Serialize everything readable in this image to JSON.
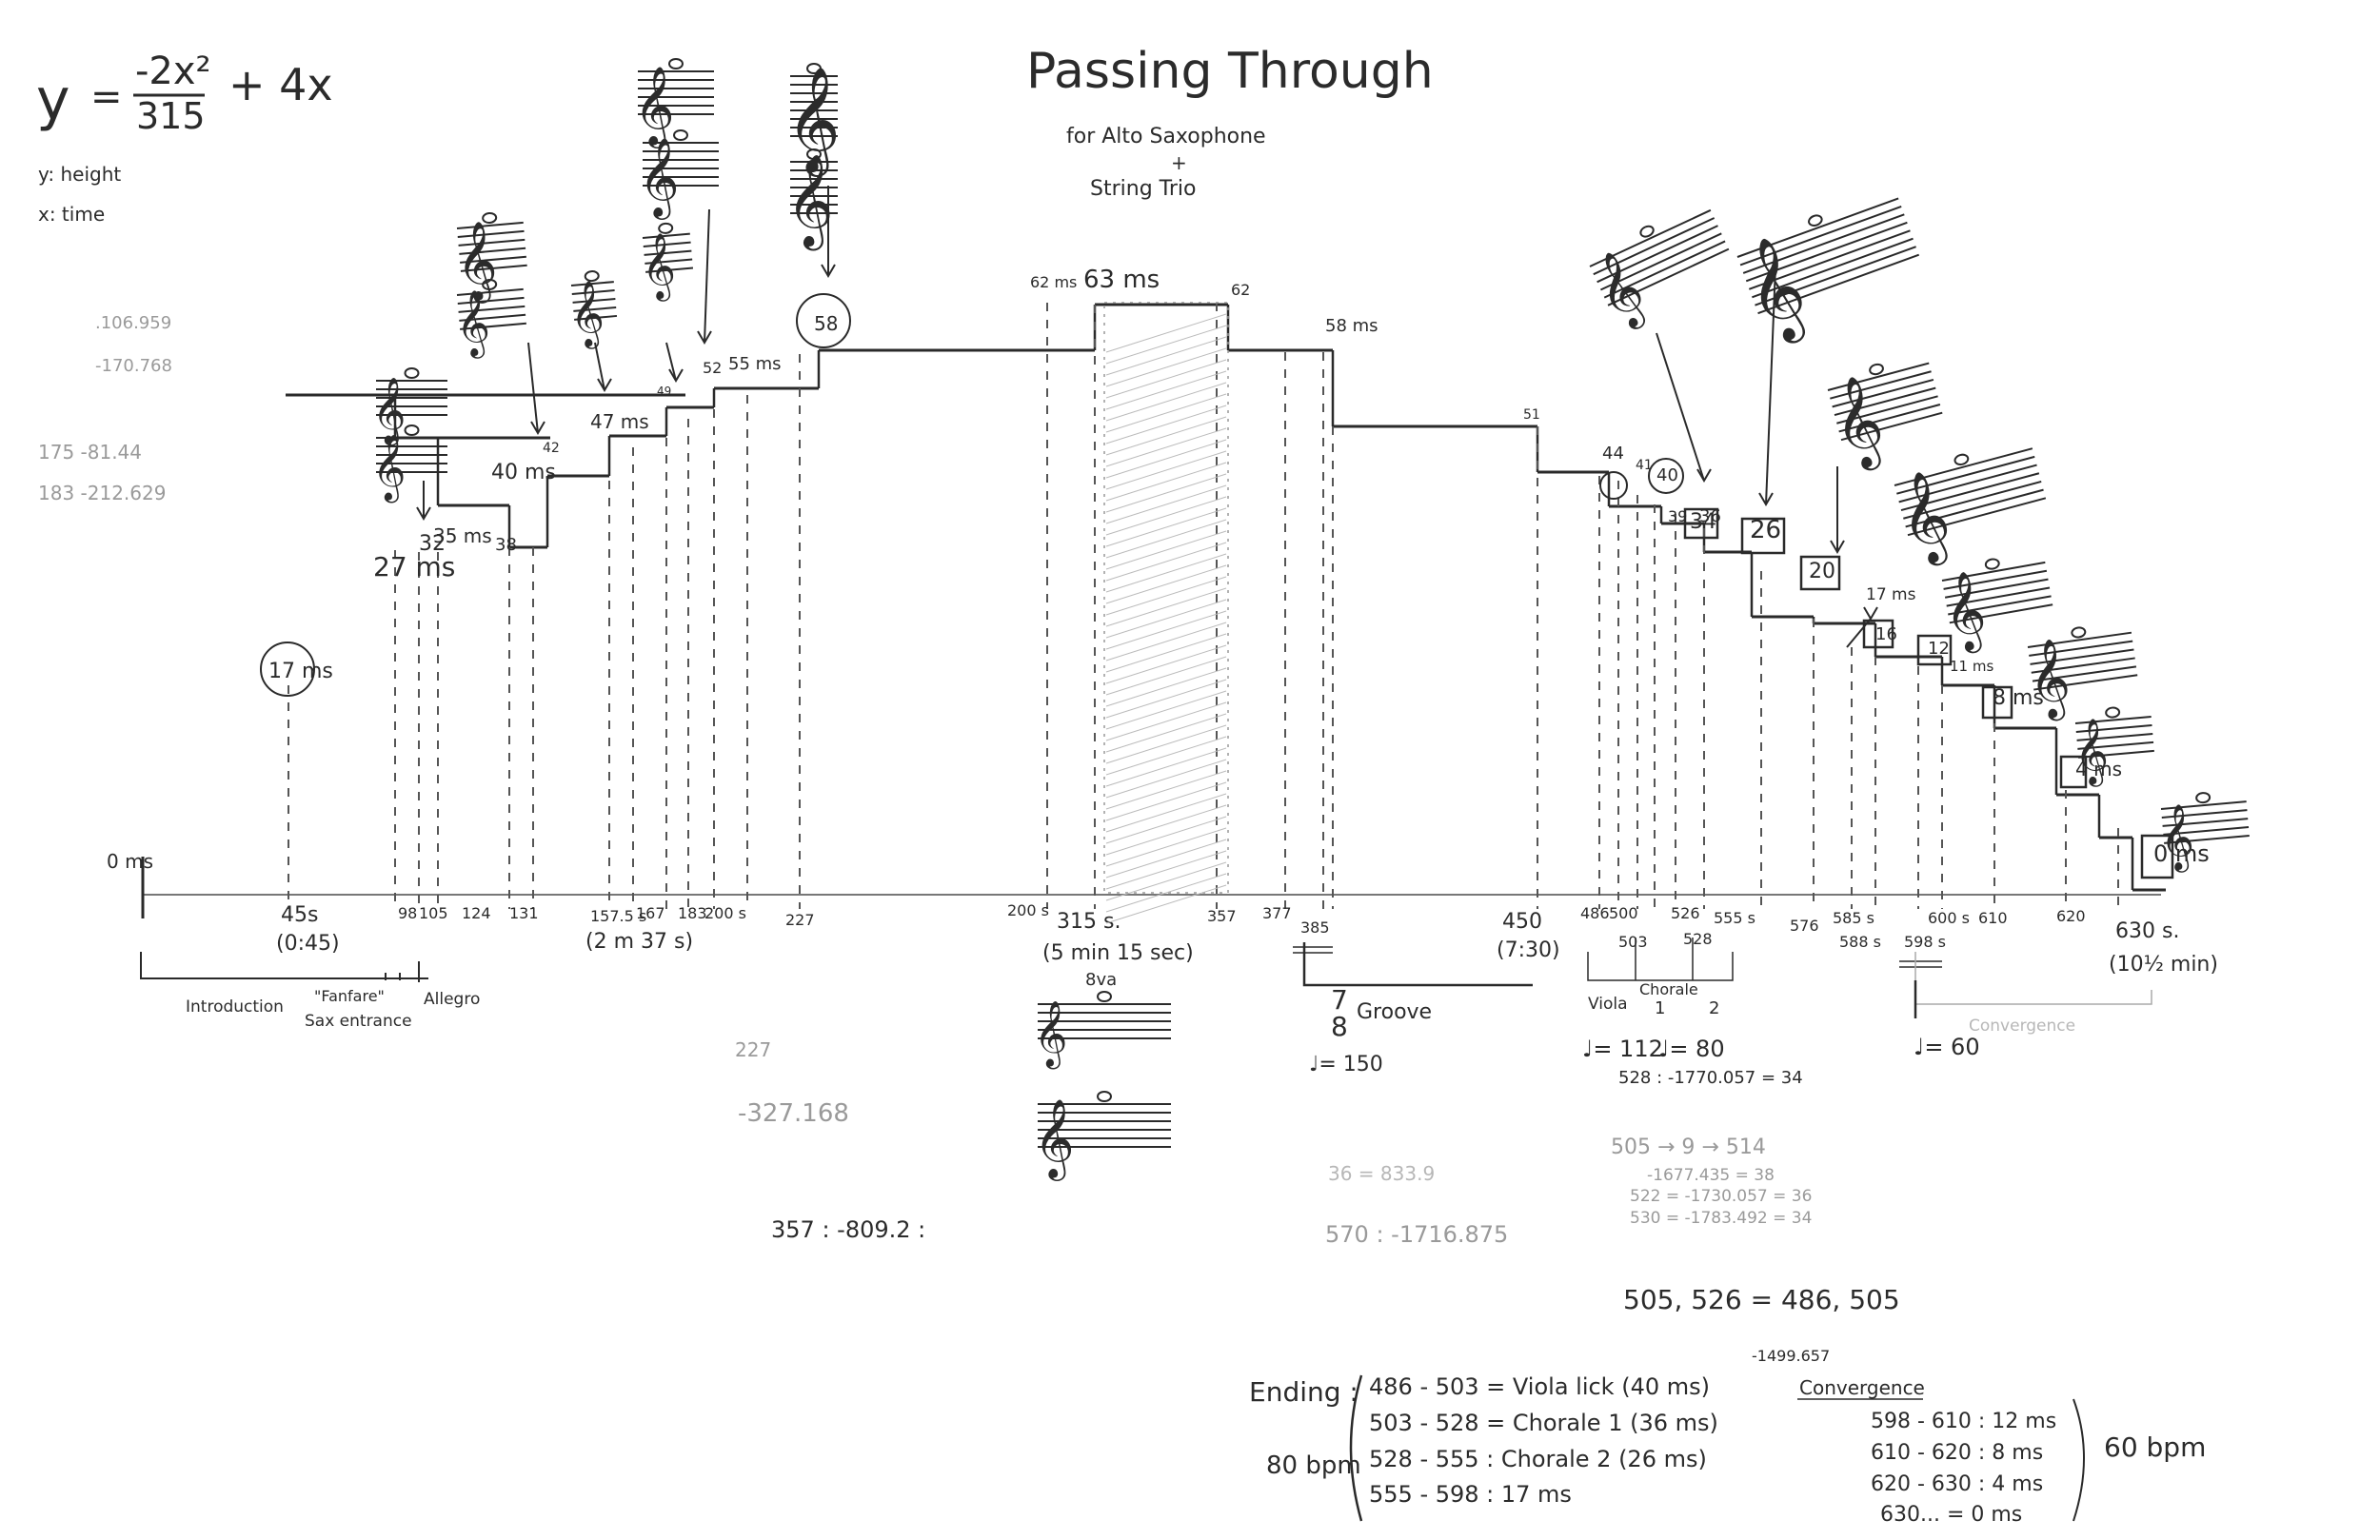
{
  "title": "Passing Through",
  "subtitle_line1": "for Alto Saxophone",
  "subtitle_plus": "+",
  "subtitle_line2": "String Trio",
  "formula": {
    "y": "y",
    "equals": "=",
    "numerator": "-2x²",
    "denominator": "315",
    "tail": "+ 4x"
  },
  "legend": [
    "y: height",
    "x: time"
  ],
  "side_notes": [
    ".106.959",
    "-170.768",
    "175  -81.44",
    "183  -212.629"
  ],
  "axis": {
    "origin_label": "0 ms"
  },
  "time_labels": [
    {
      "t": "45s",
      "sub": "(0:45)"
    },
    {
      "t": "98"
    },
    {
      "t": "105"
    },
    {
      "t": "124"
    },
    {
      "t": "131"
    },
    {
      "t": "157.5 s",
      "sub": "(2 m 37 s)"
    },
    {
      "t": "167"
    },
    {
      "t": "183"
    },
    {
      "t": "200 s"
    },
    {
      "t": "227"
    },
    {
      "t": "200 s"
    },
    {
      "t": "315 s.",
      "sub": "(5 min 15 sec)"
    },
    {
      "t": "357"
    },
    {
      "t": "377"
    },
    {
      "t": "385"
    },
    {
      "t": "450",
      "sub": "(7:30)"
    },
    {
      "t": "486"
    },
    {
      "t": "500"
    },
    {
      "t": "503"
    },
    {
      "t": "526"
    },
    {
      "t": "528"
    },
    {
      "t": "555 s"
    },
    {
      "t": "576"
    },
    {
      "t": "585 s"
    },
    {
      "t": "588 s"
    },
    {
      "t": "598 s"
    },
    {
      "t": "600 s"
    },
    {
      "t": "610"
    },
    {
      "t": "620"
    },
    {
      "t": "630 s.",
      "sub": "(10½ min)"
    }
  ],
  "step_labels": [
    "17 ms",
    "27 ms",
    "32",
    "35 ms",
    "38",
    "40 ms",
    "42",
    "47 ms",
    "49",
    "52",
    "55 ms",
    "58",
    "62 ms",
    "63 ms",
    "62",
    "58 ms",
    "51",
    "44",
    "41",
    "40",
    "39",
    "36",
    "34",
    "26",
    "20",
    "17 ms",
    "16",
    "12",
    "11 ms",
    "8 ms",
    "4 ms",
    "0 ms"
  ],
  "sections": {
    "intro": "Introduction",
    "fanfare": "\"Fanfare\"",
    "sax_entrance": "Sax entrance",
    "allegro": "Allegro",
    "groove_meter_top": "7",
    "groove_meter_bottom": "8",
    "groove": "Groove",
    "groove_tempo": "♩= 150",
    "viola": "Viola",
    "chorale": "Chorale",
    "chorale1": "1",
    "chorale2": "2",
    "tempo1": "♩= 112",
    "tempo2": "♩= 80",
    "tempo_conv": "♩= 60",
    "convergence": "Convergence",
    "sva": "8va"
  },
  "calculations": [
    "227",
    "-327.168",
    "357 : -809.2 :",
    "528 : -1770.057 = 34",
    "505 → 9 → 514",
    "-1677.435 = 38",
    "522 = -1730.057 = 36",
    "530 = -1783.492 = 34",
    "36 = 833.9",
    "570 : -1716.875",
    "505, 526 = 486, 505",
    "-1499.657"
  ],
  "ending": {
    "label": "Ending :",
    "bpm": "80 bpm",
    "rows": [
      "486 - 503 = Viola lick (40 ms)",
      "503 - 528 = Chorale 1 (36 ms)",
      "528 - 555 : Chorale 2 (26 ms)",
      "555 - 598 : 17 ms"
    ]
  },
  "convergence_table": {
    "label": "Convergence",
    "bpm": "60 bpm",
    "rows": [
      "598 - 610 : 12 ms",
      "610 - 620 : 8 ms",
      "620 - 630 : 4 ms",
      "630... = 0 ms"
    ]
  },
  "colors": {
    "ink": "#2a2a2a",
    "pencil_faint": "#9a9a9a",
    "paper": "#ffffff"
  }
}
